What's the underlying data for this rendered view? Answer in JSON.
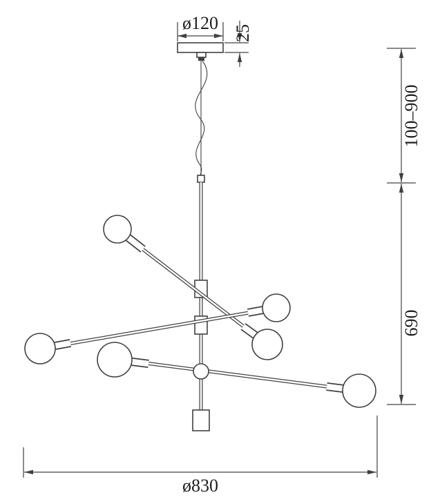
{
  "drawing": {
    "line_color": "#404040",
    "text_color": "#1e1e1e",
    "dimensions": {
      "canopy_diameter": "ø120",
      "canopy_height": "25",
      "suspension_range": "100–900",
      "fixture_height": "690",
      "overall_width": "ø830"
    }
  }
}
